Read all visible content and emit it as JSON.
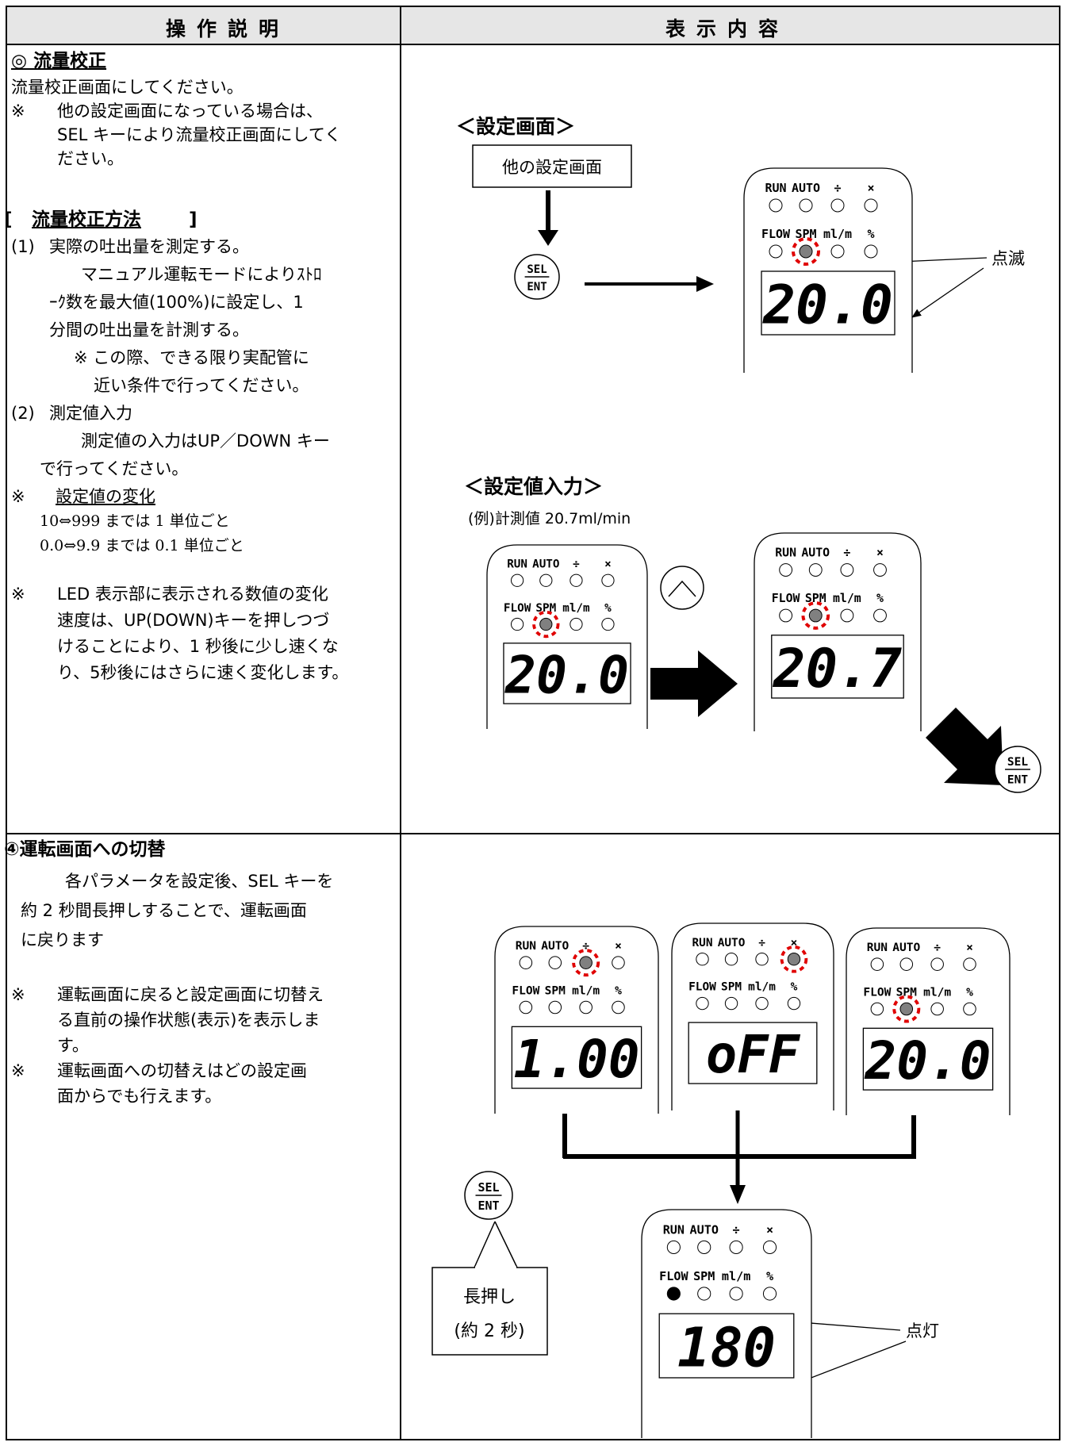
{
  "header": {
    "left": "操作説明",
    "right": "表示内容"
  },
  "top_left": {
    "title": "◎ 流量校正",
    "line1": "流量校正画面にしてください。",
    "note_mark": "※",
    "note1": "他の設定画面になっている場合は、",
    "note2": "SEL キーにより流量校正画面にしてく",
    "note3": "ださい。",
    "method_open": "[",
    "method_title": "流量校正方法",
    "method_close": "]",
    "s1_num": "(1)",
    "s1_title": "実際の吐出量を測定する。",
    "s1_l1": "マニュアル運転モードによりｽﾄﾛ",
    "s1_l2": "ｰｸ数を最大値(100%)に設定し、1",
    "s1_l3": "分間の吐出量を計測する。",
    "s1_l4": "※ この際、できる限り実配管に",
    "s1_l5": "近い条件で行ってください。",
    "s2_num": "(2)",
    "s2_title": "測定値入力",
    "s2_l1": "測定値の入力はUP／DOWN キー",
    "s2_l2": "で行ってください。",
    "chg_mark": "※",
    "chg_title": "設定値の変化",
    "chg_l1": "10⇔999 までは 1 単位ごと",
    "chg_l2": "0.0⇔9.9 までは 0.1 単位ごと",
    "led_mark": "※",
    "led_l1": "LED 表示部に表示される数値の変化",
    "led_l2": "速度は、UP(DOWN)キーを押しつづ",
    "led_l3": "けることにより、1 秒後に少し速くな",
    "led_l4": "り、5秒後にはさらに速く変化します。"
  },
  "bottom_left": {
    "title": "④運転画面への切替",
    "l1": "各パラメータを設定後、SEL キーを",
    "l2": "約 2 秒間長押しすることで、運転画面",
    "l3": "に戻ります",
    "n1_mark": "※",
    "n1_l1": "運転画面に戻ると設定画面に切替え",
    "n1_l2": "る直前の操作状態(表示)を表示しま",
    "n1_l3": "す。",
    "n2_mark": "※",
    "n2_l1": "運転画面への切替えはどの設定画",
    "n2_l2": "面からでも行えます。"
  },
  "top_right": {
    "setting_screen": "＜設定画面＞",
    "other_screen": "他の設定画面",
    "blink": "点滅",
    "input_title": "＜設定値入力＞",
    "example": "(例)計測値 20.7ml/min"
  },
  "bottom_right": {
    "long_press_l1": "長押し",
    "long_press_l2": "(約 2 秒)",
    "lit": "点灯"
  },
  "panel_labels": {
    "run": "RUN",
    "auto": "AUTO",
    "div": "÷",
    "mul": "×",
    "flow": "FLOW",
    "spm": "SPM",
    "mlmin": "ml/m",
    "pct": "%"
  },
  "key": {
    "sel": "SEL",
    "ent": "ENT"
  },
  "displays": {
    "p1": "20.0",
    "p2": "20.0",
    "p3": "20.7",
    "p4": "1.00",
    "p5": "oFF",
    "p6": "20.0",
    "p7": "180"
  },
  "colors": {
    "header_bg": "#e6e6e6",
    "blink_ring": "#e00000",
    "led_gray": "#808080"
  }
}
